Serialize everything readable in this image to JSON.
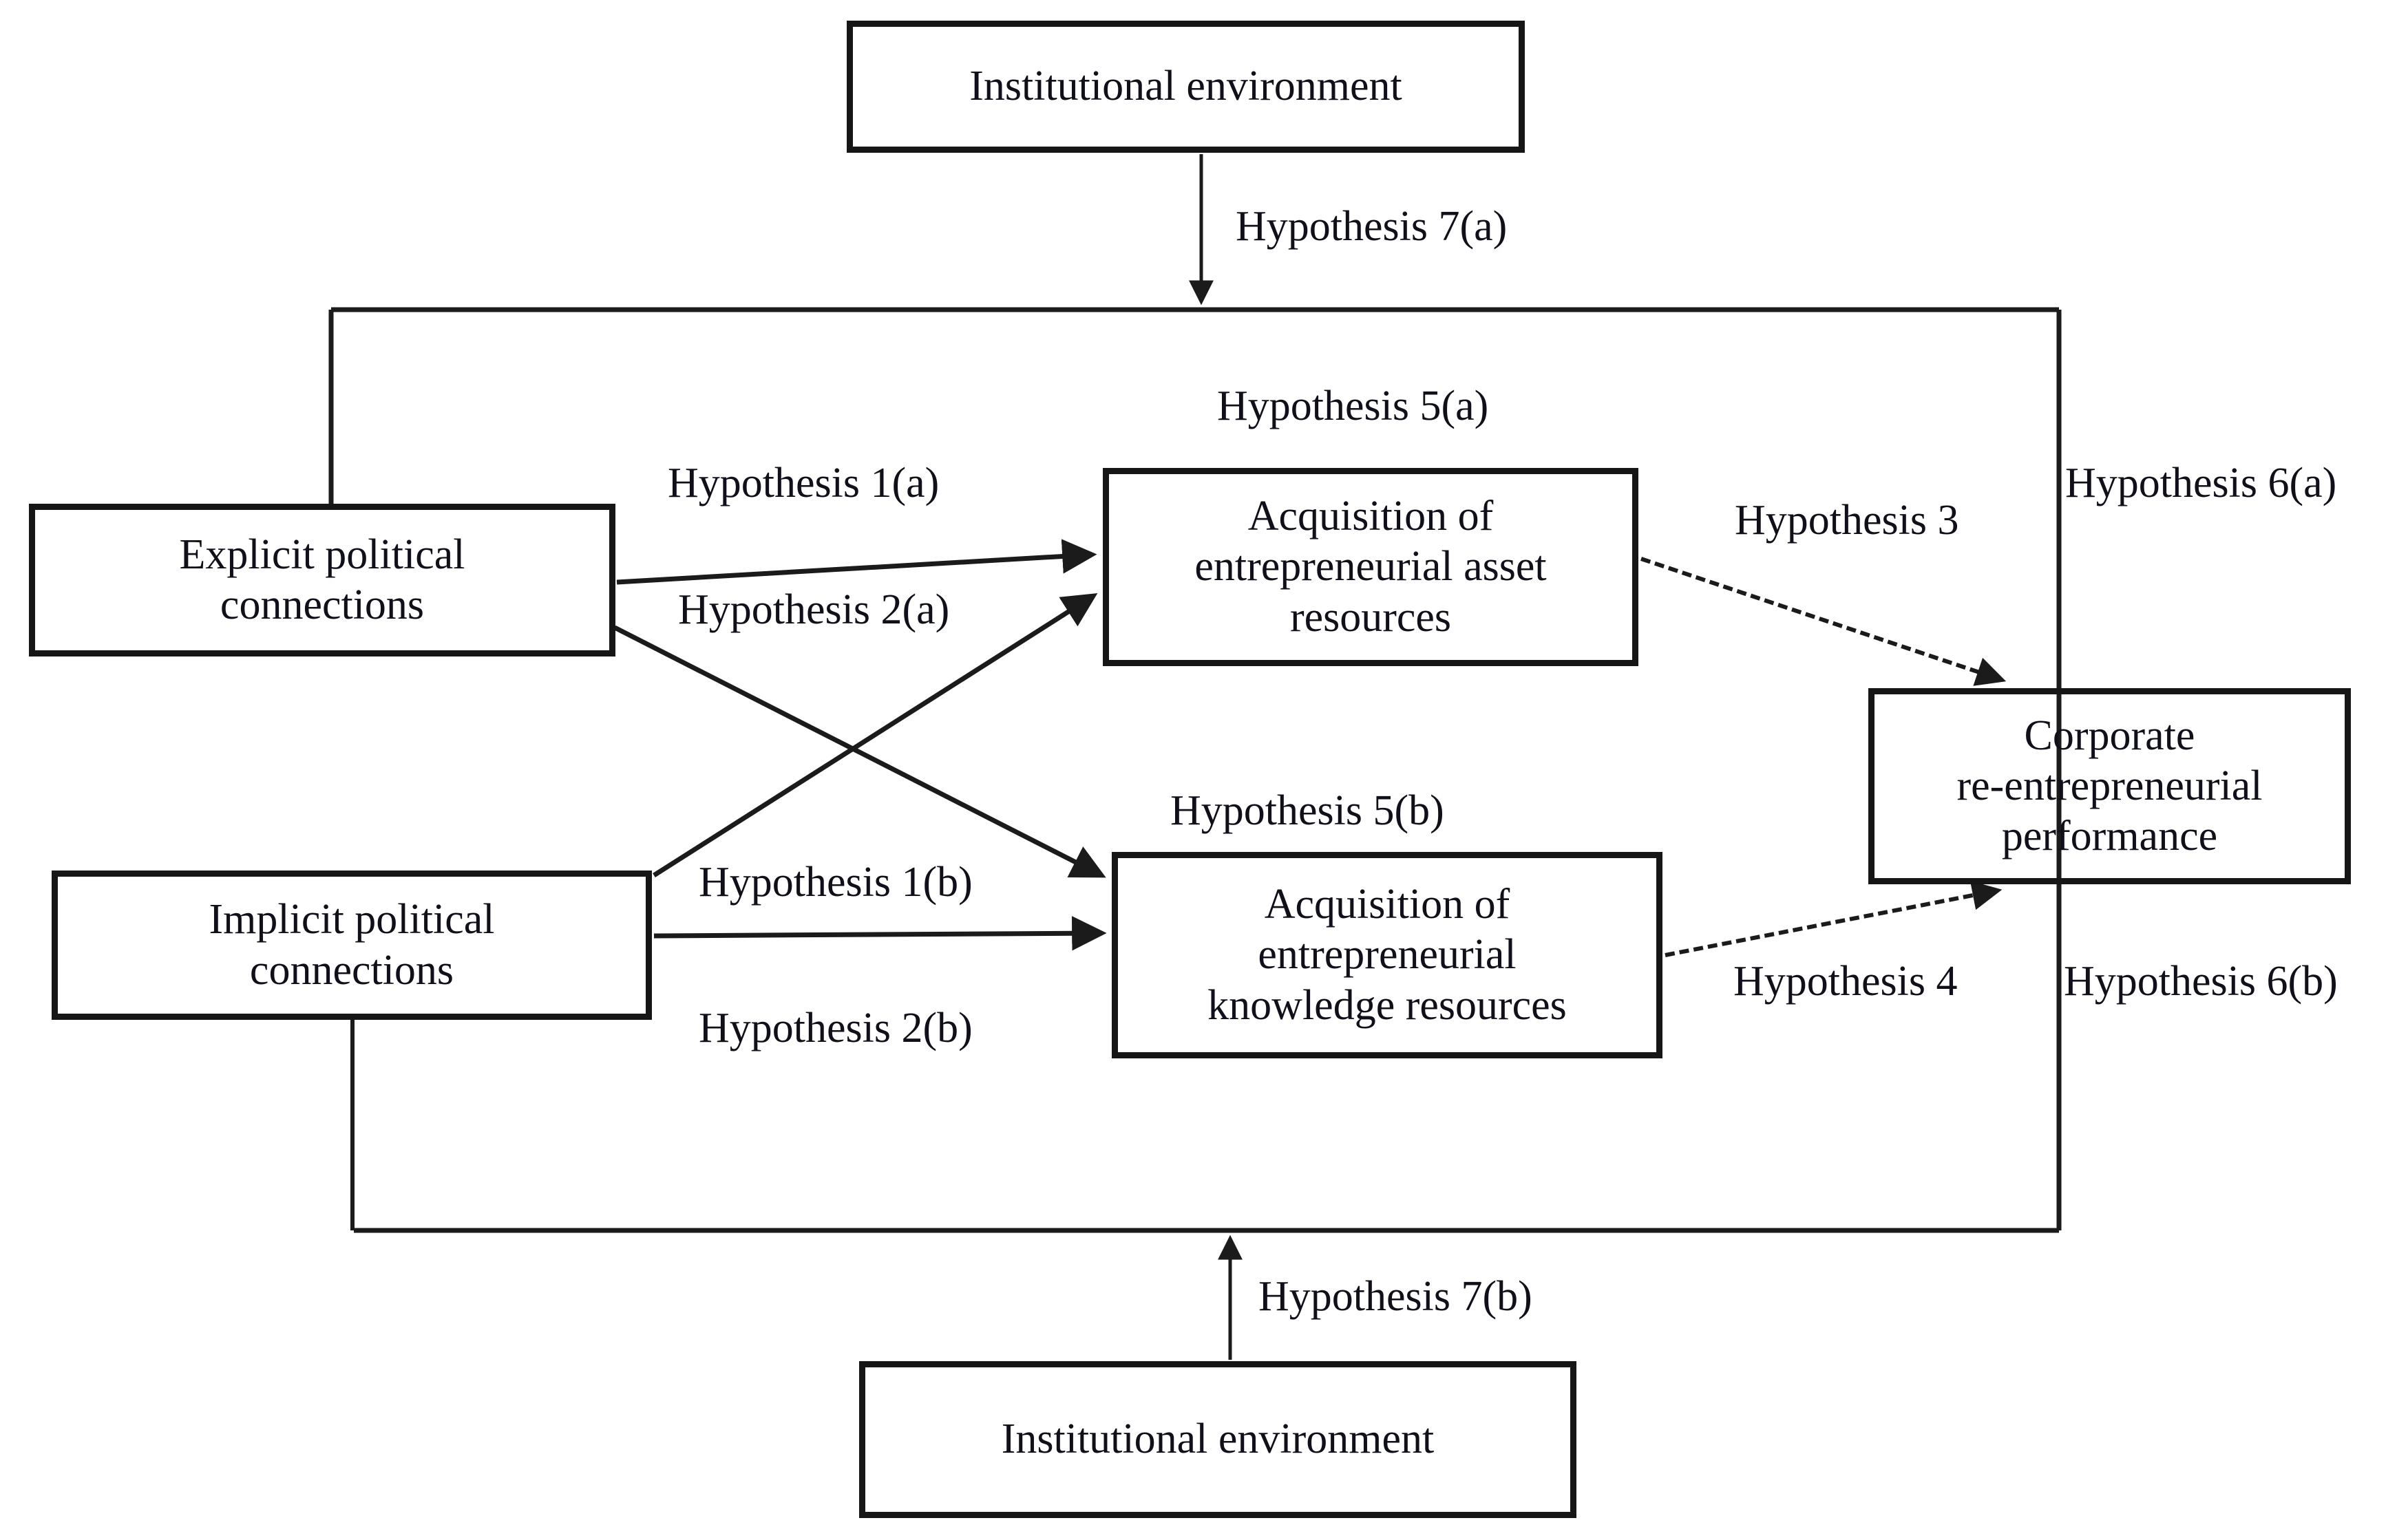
{
  "diagram": {
    "type": "hypothesis-model",
    "colors": {
      "background": "#ffffff",
      "line": "#1b1b1b",
      "box_border": "#161616",
      "text": "#10101a"
    },
    "nodes": {
      "institutional_top": {
        "label": "Institutional environment"
      },
      "explicit": {
        "label": "Explicit political\nconnections"
      },
      "implicit": {
        "label": "Implicit political\nconnections"
      },
      "asset": {
        "label": "Acquisition of\nentrepreneurial asset\nresources"
      },
      "knowledge": {
        "label": "Acquisition of\nentrepreneurial\nknowledge resources"
      },
      "corporate": {
        "label": "Corporate\nre-entrepreneurial\nperformance"
      },
      "institutional_bottom": {
        "label": "Institutional environment"
      }
    },
    "edge_labels": {
      "h1a": "Hypothesis 1(a)",
      "h2a": "Hypothesis 2(a)",
      "h1b": "Hypothesis 1(b)",
      "h2b": "Hypothesis 2(b)",
      "h3": "Hypothesis 3",
      "h4": "Hypothesis 4",
      "h5a": "Hypothesis 5(a)",
      "h5b": "Hypothesis 5(b)",
      "h6a": "Hypothesis 6(a)",
      "h6b": "Hypothesis 6(b)",
      "h7a": "Hypothesis 7(a)",
      "h7b": "Hypothesis 7(b)"
    },
    "edges": [
      {
        "from": "explicit",
        "to": "asset",
        "label": "Hypothesis 1(a)"
      },
      {
        "from": "explicit",
        "to": "knowledge",
        "label": "Hypothesis 2(a)"
      },
      {
        "from": "implicit",
        "to": "asset",
        "label": "Hypothesis 1(b)"
      },
      {
        "from": "implicit",
        "to": "knowledge",
        "label": "Hypothesis 2(b)"
      },
      {
        "from": "asset",
        "to": "corporate",
        "label": "Hypothesis 3"
      },
      {
        "from": "knowledge",
        "to": "corporate",
        "label": "Hypothesis 4"
      },
      {
        "from": "institutional_top",
        "to": "moderation-frame",
        "label": "Hypothesis 7(a)"
      },
      {
        "from": "institutional_bottom",
        "to": "moderation-frame",
        "label": "Hypothesis 7(b)"
      }
    ]
  }
}
